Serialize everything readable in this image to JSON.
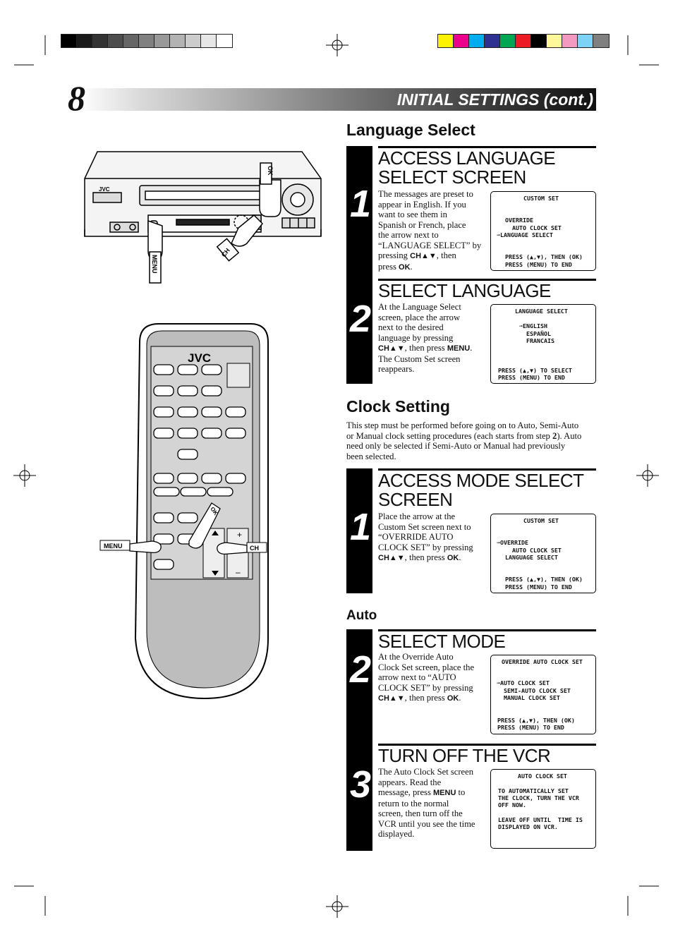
{
  "header": {
    "page_number": "8",
    "title": "INITIAL SETTINGS (cont.)"
  },
  "colors": {
    "gray_bars": [
      "#000000",
      "#1a1a1a",
      "#333333",
      "#4d4d4d",
      "#666666",
      "#808080",
      "#999999",
      "#b3b3b3",
      "#cccccc",
      "#e6e6e6",
      "#ffffff"
    ],
    "color_bars": [
      "#fff200",
      "#ec008c",
      "#00aeef",
      "#2e3192",
      "#00a651",
      "#ed1c24",
      "#000000",
      "#fff799",
      "#f49ac1",
      "#7dd3f7",
      "#808080"
    ]
  },
  "language_select": {
    "heading": "Language Select",
    "step1": {
      "num": "1",
      "title_l1": "ACCESS LANGUAGE",
      "title_l2": "SELECT SCREEN",
      "text": [
        "The messages are preset to",
        "appear in English. If you",
        "want to see them in",
        "Spanish or French, place",
        "the arrow next to",
        "“LANGUAGE SELECT” by"
      ],
      "t_pressing": "pressing ",
      "t_ch": "CH▲▼",
      "t_then": ", then",
      "t_press": "press ",
      "t_ok": "OK",
      "t_dot": ".",
      "osd": {
        "title": "CUSTOM SET",
        "l1": "OVERRIDE",
        "l2": "  AUTO CLOCK SET",
        "l3": "➞LANGUAGE SELECT",
        "f1": "PRESS (▲,▼), THEN (OK)",
        "f2": "PRESS (MENU) TO END"
      }
    },
    "step2": {
      "num": "2",
      "title": "SELECT LANGUAGE",
      "text": [
        "At the Language Select",
        "screen, place the arrow",
        "next to the desired",
        "language by pressing"
      ],
      "t_ch": "CH▲▼",
      "t_mid": ", then press ",
      "t_menu": "MENU",
      "t_dot": ".",
      "text2": [
        "The Custom Set screen",
        "reappears."
      ],
      "osd": {
        "title": "LANGUAGE SELECT",
        "l1": "➞ENGLISH",
        "l2": "  ESPAÑOL",
        "l3": "  FRANCAIS",
        "f1": "PRESS (▲,▼) TO SELECT",
        "f2": "PRESS (MENU) TO END"
      }
    }
  },
  "clock_setting": {
    "heading": "Clock Setting",
    "intro_l1": "This step must be performed before going on to Auto, Semi-Auto",
    "intro_l2a": "or Manual clock setting procedures (each starts from step ",
    "intro_l2b": "2",
    "intro_l2c": "). Auto",
    "intro_l3": "need only be selected if Semi-Auto or Manual had previously",
    "intro_l4": "been selected.",
    "step1": {
      "num": "1",
      "title_l1": "ACCESS MODE SELECT",
      "title_l2": "SCREEN",
      "text": [
        "Place the arrow at the",
        "Custom Set screen next to",
        "“OVERRIDE AUTO",
        "CLOCK SET” by pressing"
      ],
      "t_ch": "CH▲▼",
      "t_mid": ", then press ",
      "t_ok": "OK",
      "t_dot": ".",
      "osd": {
        "title": "CUSTOM SET",
        "l1": "➞OVERRIDE",
        "l2": "  AUTO CLOCK SET",
        "l3": " LANGUAGE SELECT",
        "f1": "PRESS (▲,▼), THEN (OK)",
        "f2": "PRESS (MENU) TO END"
      }
    },
    "auto_heading": "Auto",
    "step2": {
      "num": "2",
      "title": "SELECT MODE",
      "text": [
        "At the Override Auto",
        "Clock Set screen, place the",
        "arrow next to “AUTO",
        "CLOCK SET” by pressing"
      ],
      "t_ch": "CH▲▼",
      "t_mid": ", then press ",
      "t_ok": "OK",
      "t_dot": ".",
      "osd": {
        "title": "OVERRIDE AUTO CLOCK SET",
        "l1": "➞AUTO CLOCK SET",
        "l2": " SEMI-AUTO CLOCK SET",
        "l3": " MANUAL CLOCK SET",
        "f1": "PRESS (▲,▼), THEN (OK)",
        "f2": "PRESS (MENU) TO END"
      }
    },
    "step3": {
      "num": "3",
      "title": "TURN OFF THE VCR",
      "text": [
        "The Auto Clock Set screen",
        "appears. Read the"
      ],
      "t_msg": "message, press ",
      "t_menu": "MENU",
      "t_to": " to",
      "text2": [
        "return to the normal",
        "screen, then turn off the",
        "VCR until you see the time",
        "displayed."
      ],
      "osd": {
        "title": "AUTO CLOCK SET",
        "l1": "TO AUTOMATICALLY SET",
        "l2": "THE CLOCK, TURN THE VCR",
        "l3": "OFF NOW.",
        "l4": "LEAVE OFF UNTIL  TIME IS",
        "l5": "DISPLAYED ON VCR."
      }
    }
  },
  "vcr": {
    "brand": "JVC",
    "ok_label": "OK",
    "menu_label": "MENU",
    "ch_label": "CH"
  },
  "remote": {
    "brand": "JVC",
    "ok_label": "OK",
    "menu_label": "MENU",
    "ch_label": "CH",
    "plus": "+",
    "minus": "–"
  }
}
